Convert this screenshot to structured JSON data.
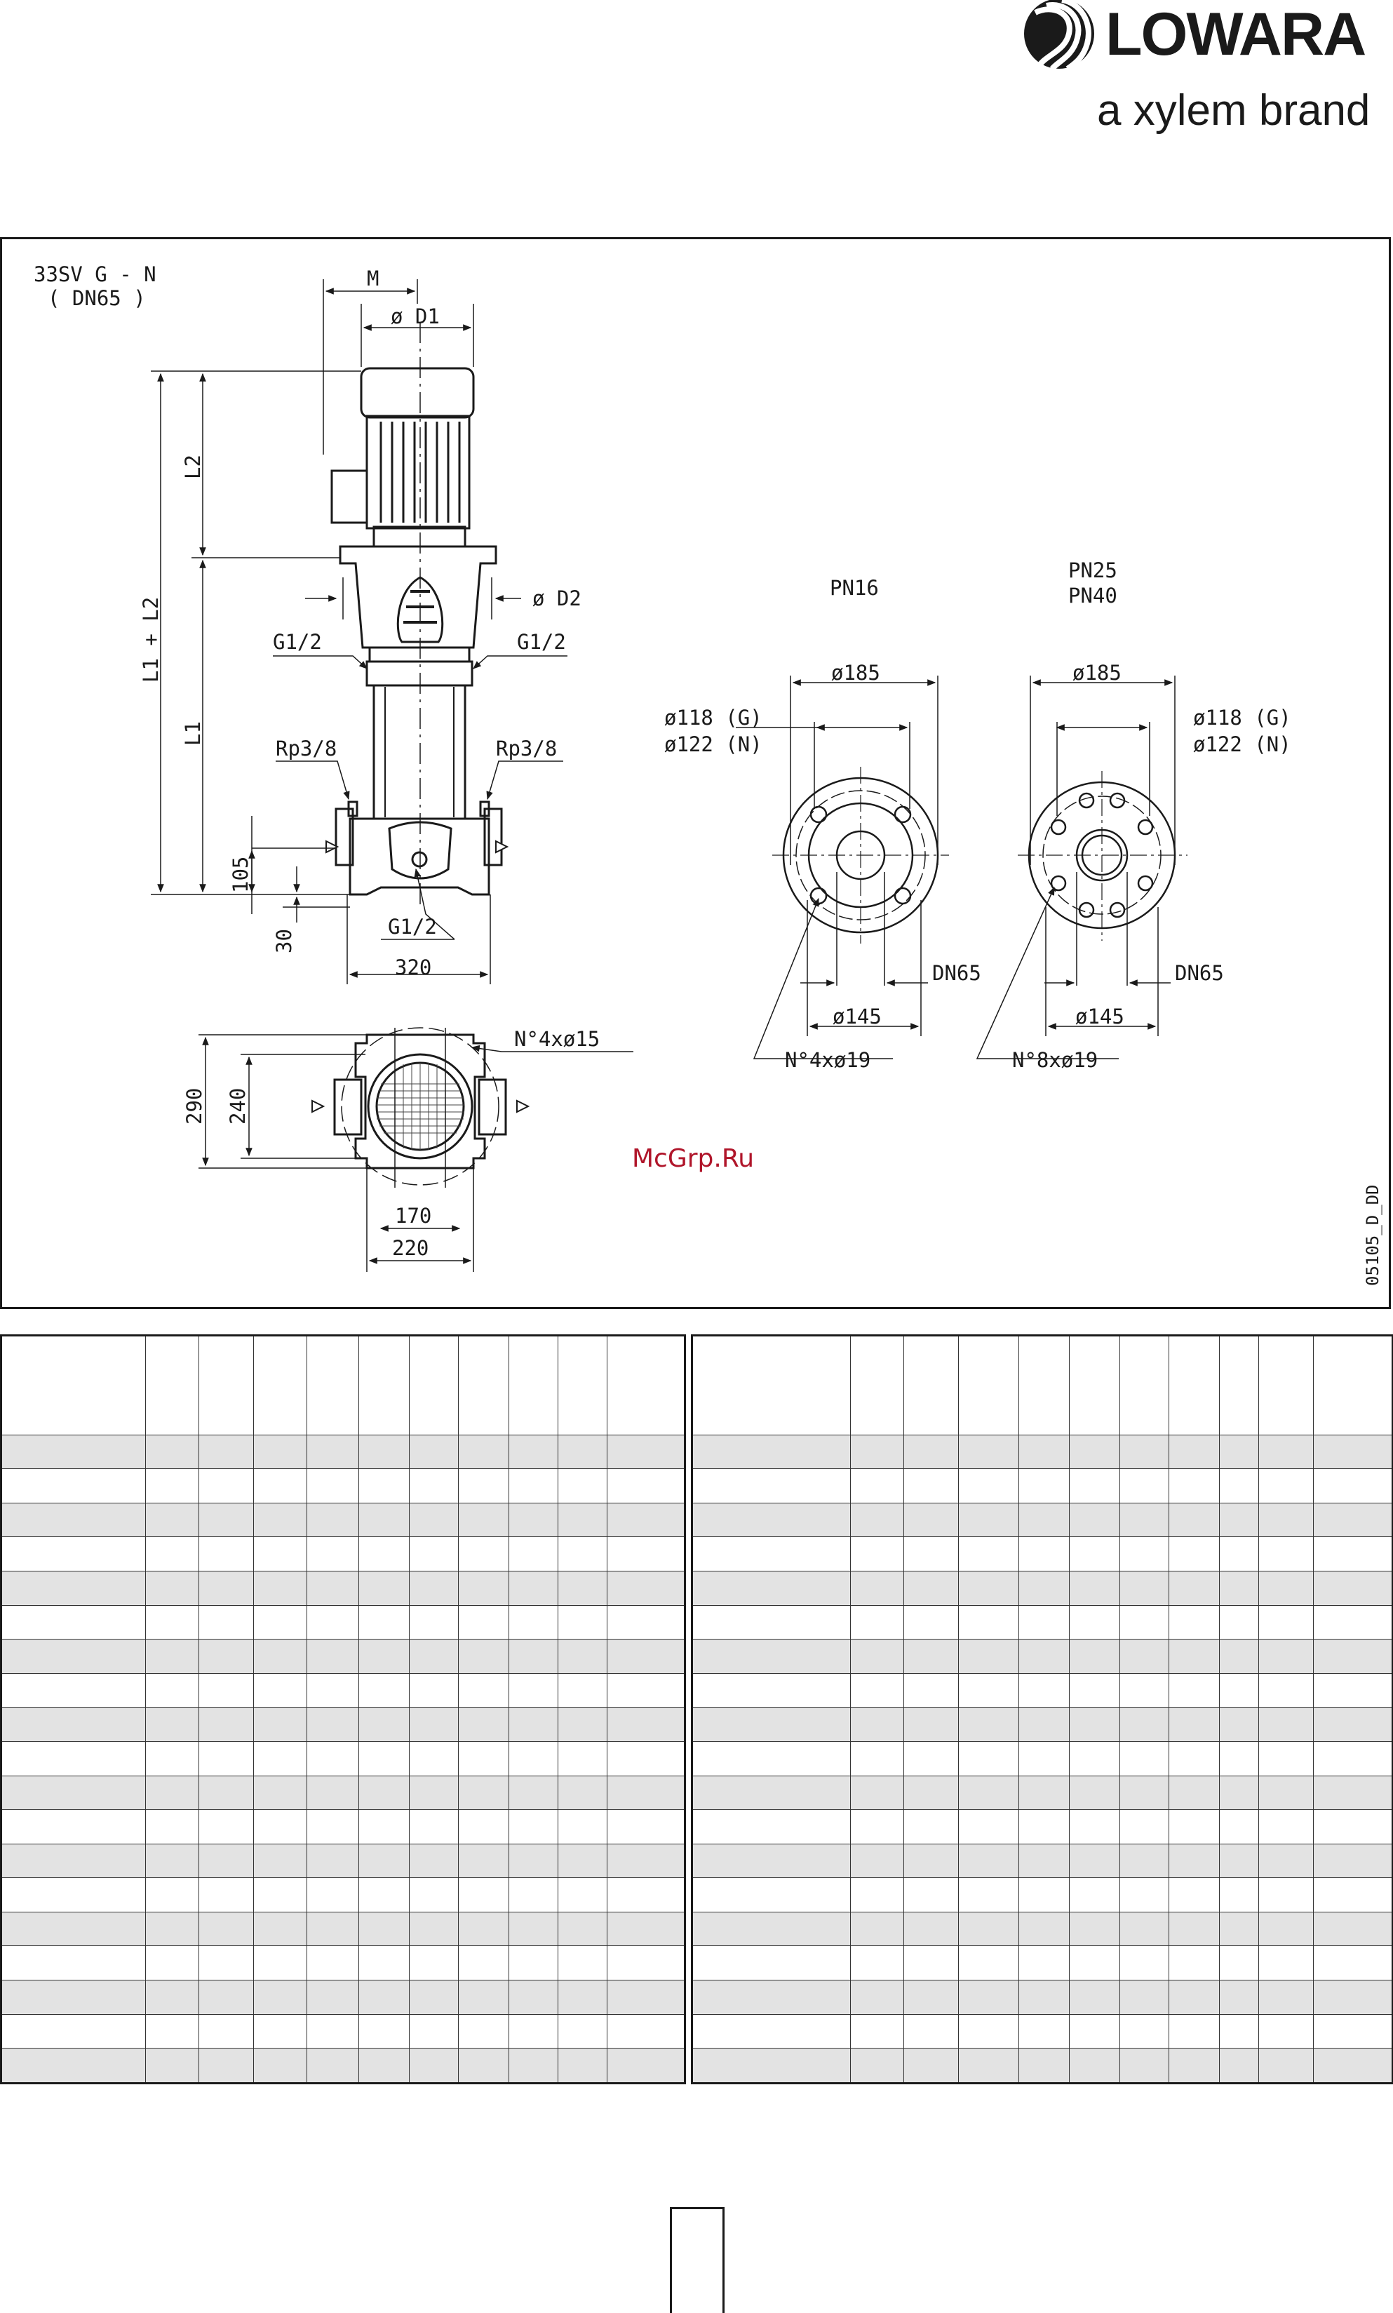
{
  "brand": {
    "name": "LOWARA",
    "tagline": "a xylem brand"
  },
  "drawing": {
    "model": "33SV G - N",
    "connection": "( DN65 )",
    "code": "05105_D_DD",
    "watermark": "McGrp.Ru",
    "labels": {
      "m": "M",
      "d1": "ø D1",
      "d2": "ø D2",
      "l1": "L1",
      "l2": "L2",
      "l1l2": "L1 + L2",
      "g12_left": "G1/2",
      "g12_right": "G1/2",
      "g12_bottom": "G1/2",
      "rp38_left": "Rp3/8",
      "rp38_right": "Rp3/8",
      "d105": "105",
      "d30": "30",
      "d320": "320",
      "holes_base": "N°4xø15",
      "d290": "290",
      "d240": "240",
      "d170": "170",
      "d220": "220"
    },
    "flanges": [
      {
        "title": "PN16",
        "title2": "",
        "d185": "ø185",
        "d118": "ø118 (G)",
        "d122": "ø122 (N)",
        "dn": "DN65",
        "d145": "ø145",
        "holes": "N°4xø19"
      },
      {
        "title": "PN25",
        "title2": "PN40",
        "d185": "ø185",
        "d118": "ø118 (G)",
        "d122": "ø122 (N)",
        "dn": "DN65",
        "d145": "ø145",
        "holes": "N°8xø19"
      }
    ]
  },
  "tables": {
    "rows": 19,
    "colors": {
      "shade": "#e3e3e3",
      "line": "#1a1a1a"
    }
  },
  "page_number": ""
}
